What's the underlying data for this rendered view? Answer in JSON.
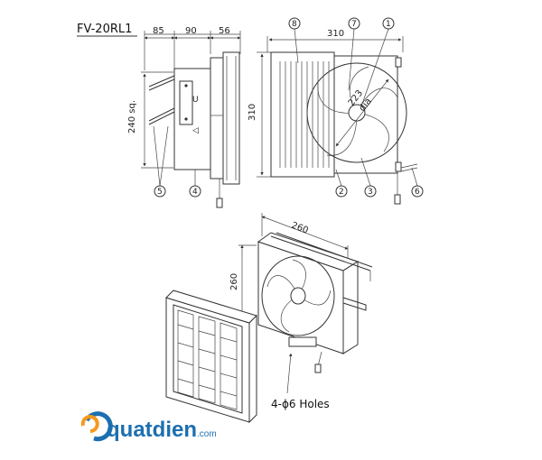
{
  "model": "FV-20RL1",
  "side_view": {
    "dims_top": [
      "85",
      "90",
      "56"
    ],
    "dim_height": "240 sq.",
    "callouts": [
      "5",
      "4"
    ]
  },
  "front_view": {
    "dim_width": "310",
    "dim_height": "310",
    "dim_dia": "223",
    "dia_label": "dia",
    "callouts_top": [
      "8",
      "7",
      "1"
    ],
    "callouts_bottom": [
      "2",
      "3",
      "6"
    ]
  },
  "iso_view": {
    "dim_width": "260",
    "dim_height": "260",
    "holes_label": "4-ϕ6 Holes"
  },
  "logo": {
    "name": "quatdien",
    "suffix": ".com",
    "colors": {
      "blue": "#1c6fb0",
      "orange": "#f39a1e"
    }
  }
}
